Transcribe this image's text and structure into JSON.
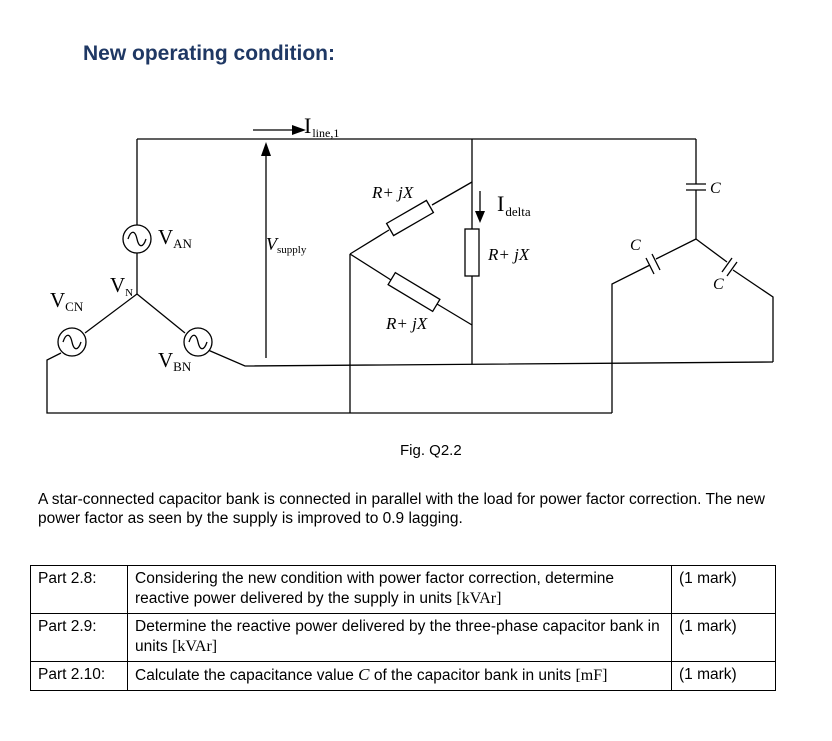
{
  "heading": "New operating condition:",
  "figure": {
    "caption": "Fig. Q2.2",
    "labels": {
      "i_line_main": "I",
      "i_line_sub": "line,1",
      "v_supply_main": "V",
      "v_supply_sub": "supply",
      "v_an_main": "V",
      "v_an_sub": "AN",
      "v_bn_main": "V",
      "v_bn_sub": "BN",
      "v_cn_main": "V",
      "v_cn_sub": "CN",
      "v_n_main": "V",
      "v_n_sub": "N",
      "i_delta_main": "I",
      "i_delta_sub": "delta",
      "z_top": "R+ jX",
      "z_right": "R+ jX",
      "z_bottom": "R+ jX",
      "cap_top": "C",
      "cap_left": "C",
      "cap_right": "C"
    }
  },
  "description": "A star-connected capacitor bank is connected in parallel with the load for power factor correction. The new power factor as seen by the supply is improved to 0.9 lagging.",
  "parts": [
    {
      "label": "Part 2.8:",
      "text_pre": "Considering the new condition with power factor correction, determine reactive power delivered by the supply in units ",
      "var": "",
      "text_mid": "",
      "unit": "[kVAr]",
      "marks": "(1 mark)"
    },
    {
      "label": "Part 2.9:",
      "text_pre": "Determine the reactive power delivered by the three-phase capacitor bank in units ",
      "var": "",
      "text_mid": "",
      "unit": "[kVAr]",
      "marks": "(1 mark)"
    },
    {
      "label": "Part 2.10:",
      "text_pre": "Calculate the capacitance value ",
      "var": "C",
      "text_mid": " of the capacitor bank in units ",
      "unit": "[mF]",
      "marks": "(1 mark)"
    }
  ]
}
